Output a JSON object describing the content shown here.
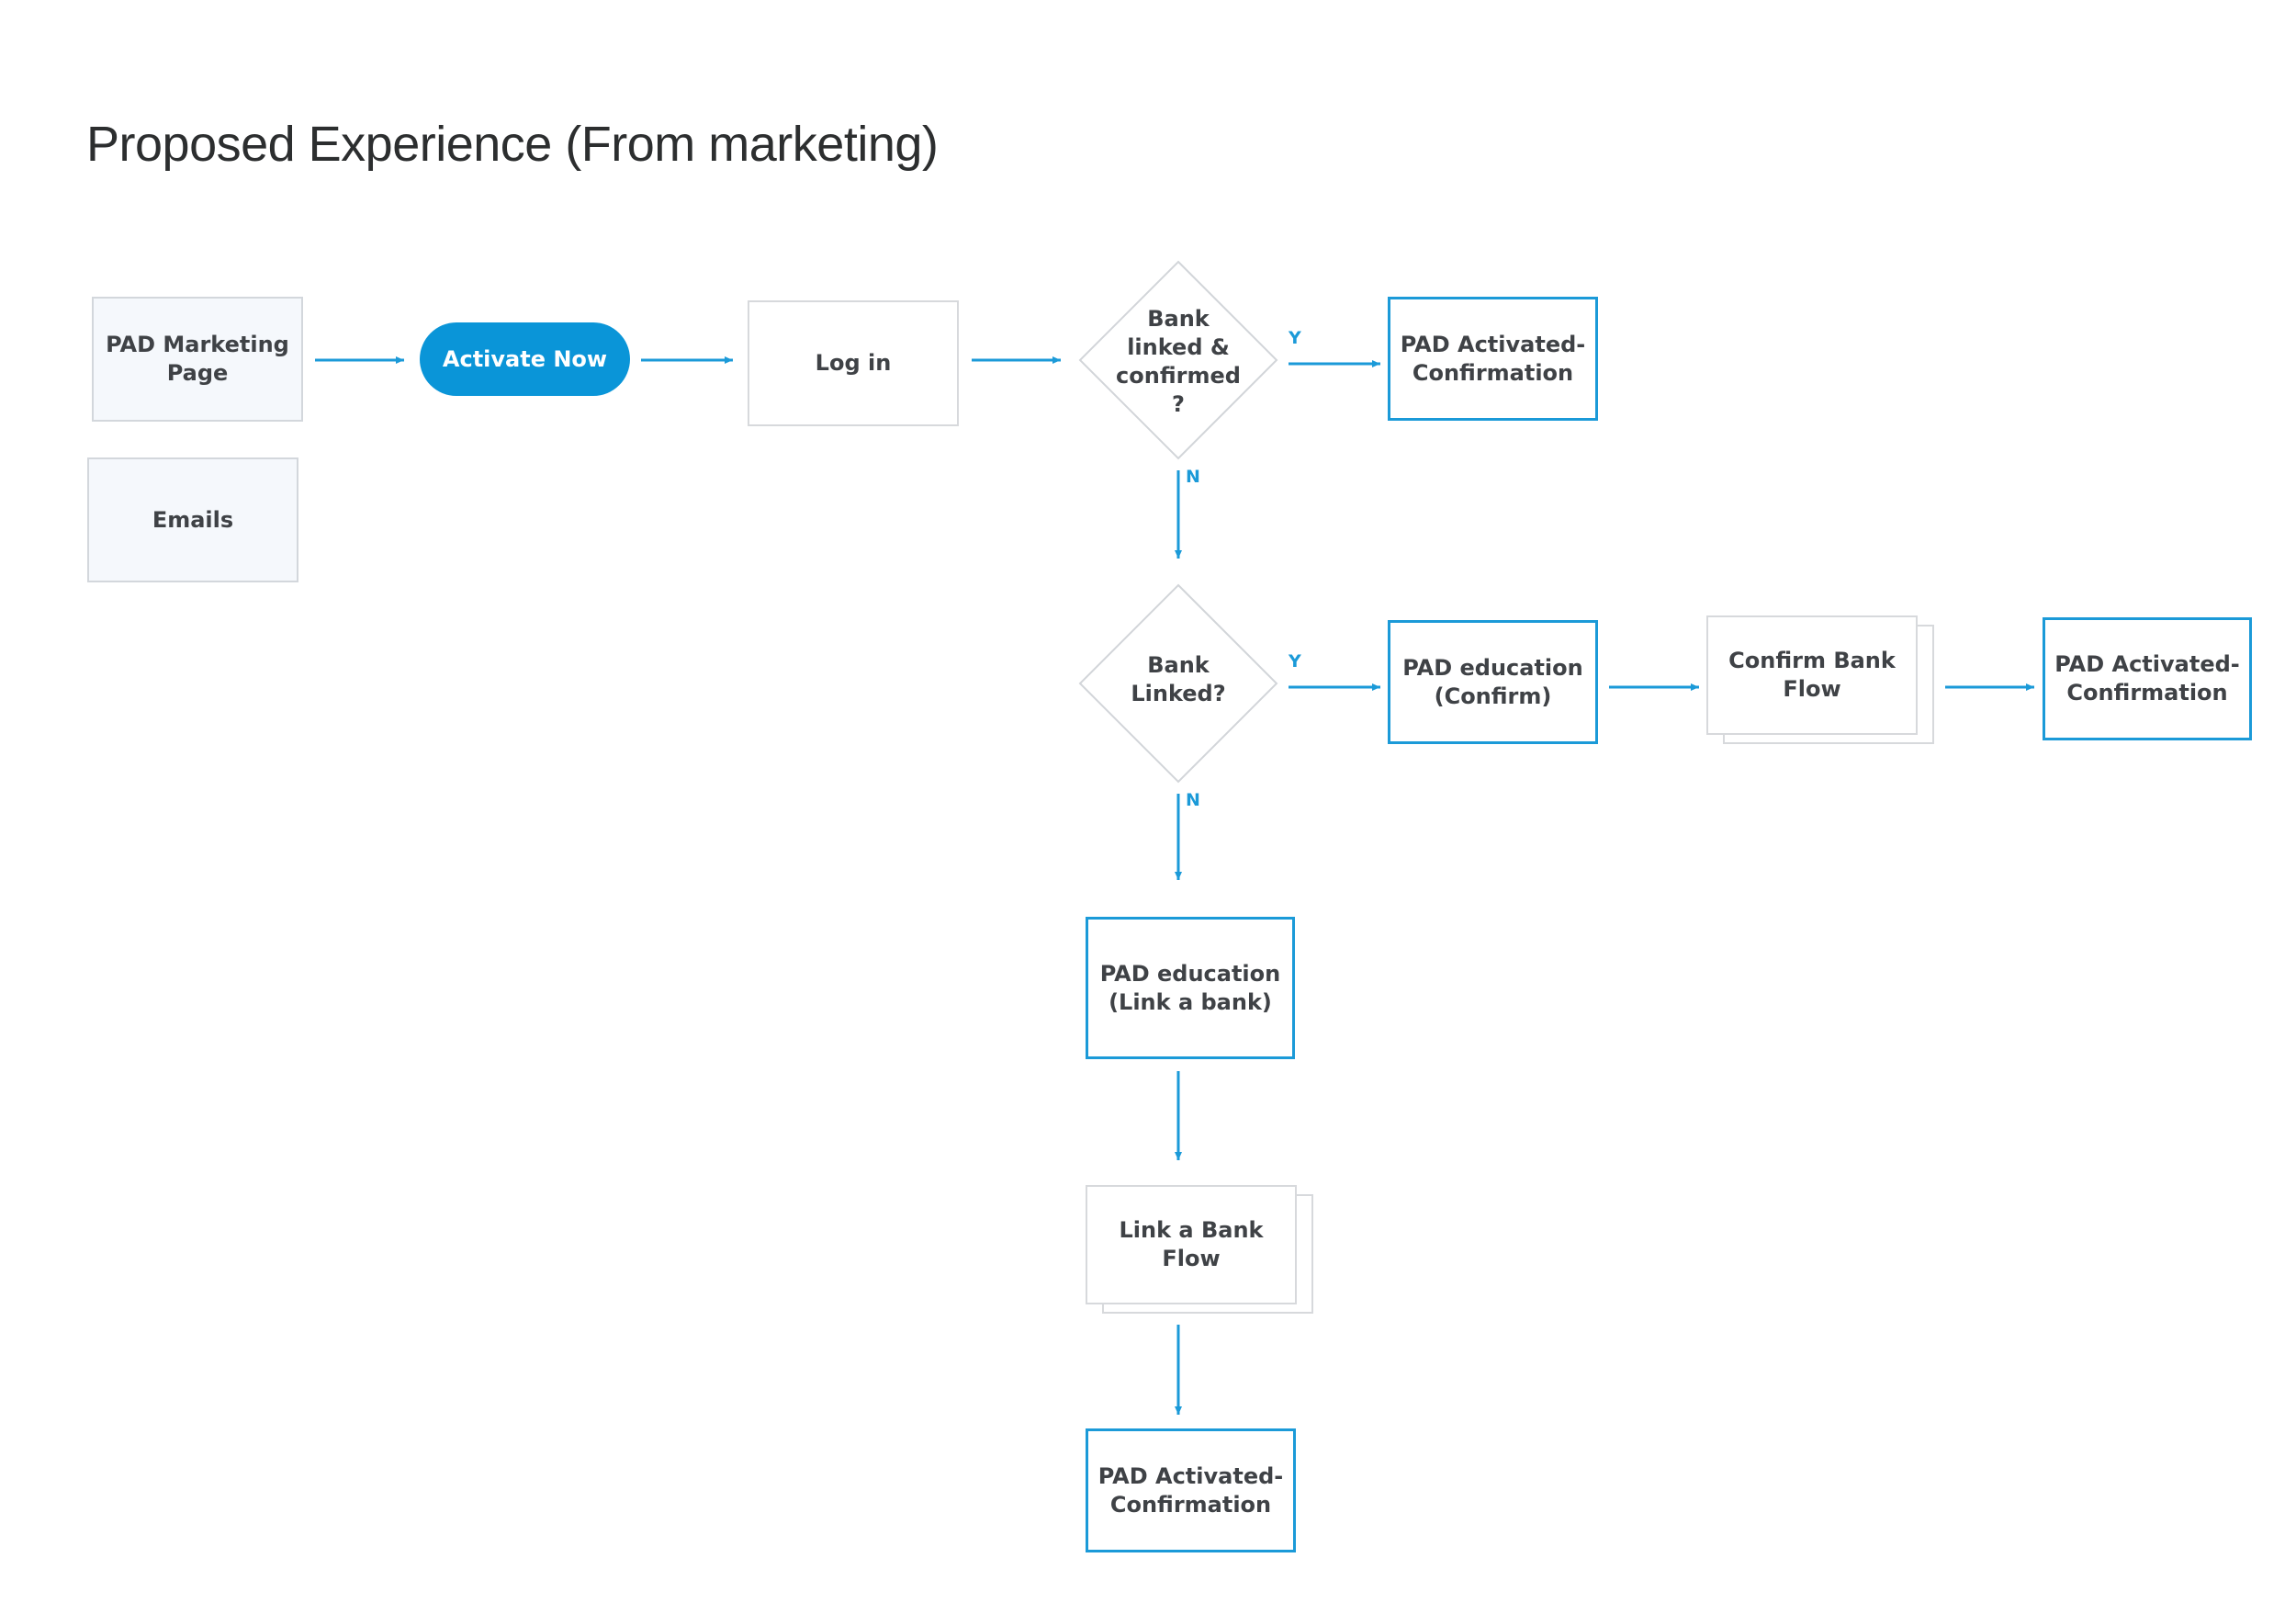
{
  "title": "Proposed Experience (From marketing)",
  "colors": {
    "accent": "#1b9ad8",
    "button": "#0a95d8",
    "text": "#3f4246",
    "border": "#d7d9dc",
    "tint": "#f5f8fc"
  },
  "nodes": {
    "pad_marketing_page": "PAD Marketing\nPage",
    "emails": "Emails",
    "activate_now": "Activate Now",
    "log_in": "Log in",
    "decision_linked_confirmed": "Bank\nlinked &\nconfirmed\n?",
    "pad_activated_confirmation_1": "PAD Activated-\nConfirmation",
    "decision_bank_linked": "Bank\nLinked?",
    "pad_education_confirm": "PAD education\n(Confirm)",
    "confirm_bank_flow": "Confirm Bank\nFlow",
    "pad_activated_confirmation_2": "PAD Activated-\nConfirmation",
    "pad_education_link": "PAD education\n(Link a bank)",
    "link_a_bank_flow": "Link a Bank\nFlow",
    "pad_activated_confirmation_3": "PAD Activated-\nConfirmation"
  },
  "edge_labels": {
    "yes_1": "Y",
    "no_1": "N",
    "yes_2": "Y",
    "no_2": "N"
  }
}
